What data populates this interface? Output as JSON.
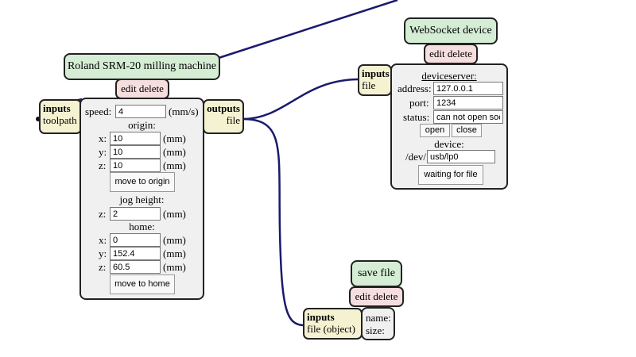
{
  "roland": {
    "title": "Roland SRM-20 milling machine",
    "edit": "edit",
    "delete": "delete",
    "inputs_label": "inputs",
    "inputs_port": "toolpath",
    "outputs_label": "outputs",
    "outputs_port": "file",
    "speed_label": "speed:",
    "speed_value": "4",
    "speed_unit": "(mm/s)",
    "origin_label": "origin:",
    "origin_x_label": "x:",
    "origin_x": "10",
    "origin_y_label": "y:",
    "origin_y": "10",
    "origin_z_label": "z:",
    "origin_z": "10",
    "mm": "(mm)",
    "move_origin": "move to origin",
    "jog_label": "jog height:",
    "jog_z_label": "z:",
    "jog_z": "2",
    "home_label": "home:",
    "home_x_label": "x:",
    "home_x": "0",
    "home_y_label": "y:",
    "home_y": "152.4",
    "home_z_label": "z:",
    "home_z": "60.5",
    "move_home": "move to home"
  },
  "websocket": {
    "title": "WebSocket device",
    "edit": "edit",
    "delete": "delete",
    "inputs_label": "inputs",
    "inputs_port": "file",
    "deviceserver_label": "deviceserver:",
    "address_label": "address:",
    "address_value": "127.0.0.1",
    "port_label": "port:",
    "port_value": "1234",
    "status_label": "status:",
    "status_value": "can not open soc",
    "open": "open",
    "close": "close",
    "device_label": "device:",
    "dev_prefix": "/dev/",
    "device_value": "usb/lp0",
    "waiting": "waiting for file"
  },
  "savefile": {
    "title": "save file",
    "edit": "edit",
    "delete": "delete",
    "inputs_label": "inputs",
    "inputs_port": "file (object)",
    "name_label": "name:",
    "size_label": "size:"
  },
  "colors": {
    "title_bg": "#d4edd4",
    "edit_bg": "#f7dede",
    "port_bg": "#f5f2d2",
    "panel_bg": "#f0f0f0",
    "wire": "#1a1a6e"
  }
}
